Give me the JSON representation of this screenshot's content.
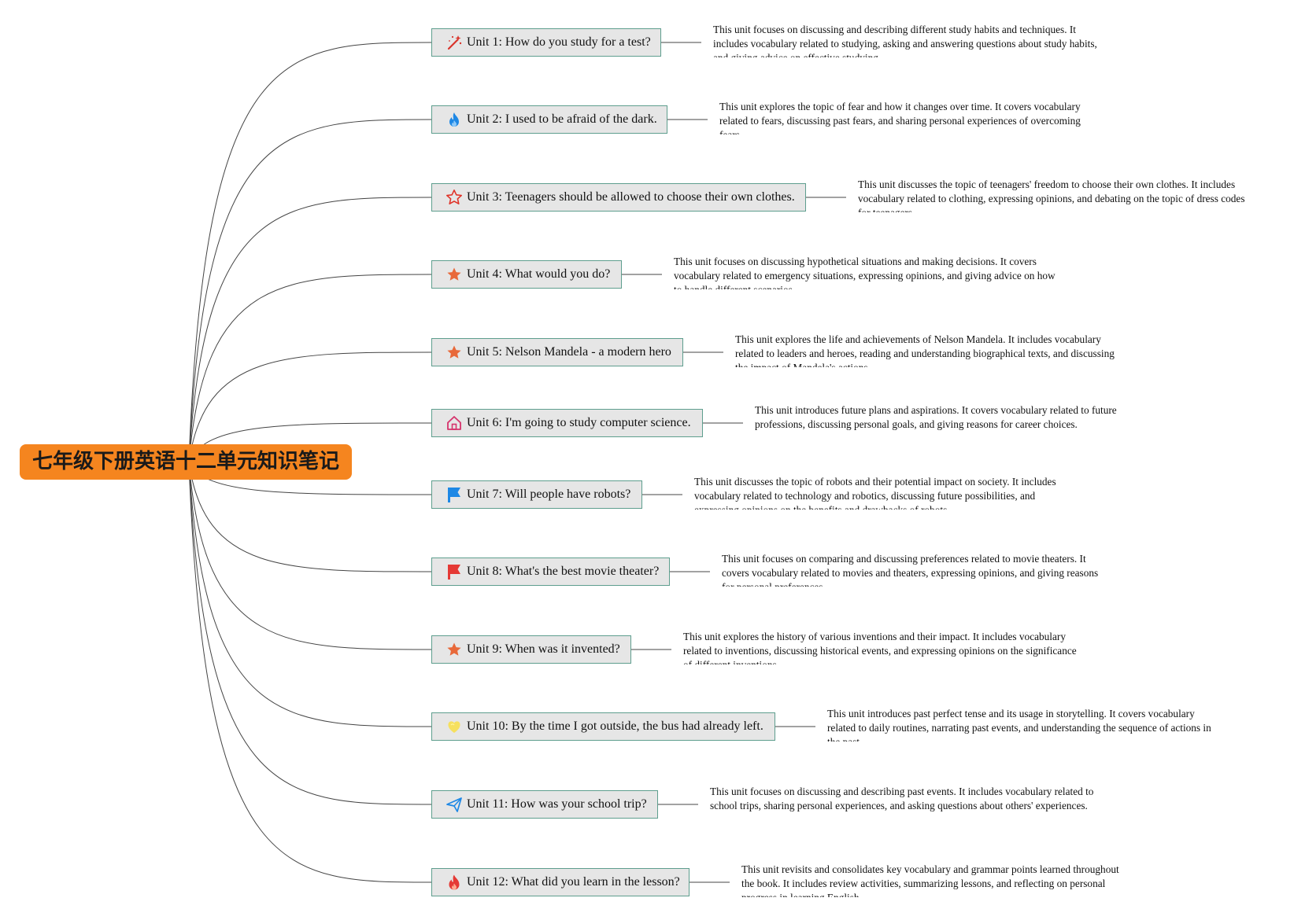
{
  "root": {
    "title": "七年级下册英语十二单元知识笔记"
  },
  "colors": {
    "root": "#f5851f",
    "node_fill": "#e6e6e6",
    "node_border": "#5e9e8e",
    "link": "#444444"
  },
  "units": [
    {
      "title": "Unit 1: How do you study for a test?",
      "icon": "magic-wand-icon",
      "description": "This unit focuses on discussing and describing different study habits and techniques. It includes vocabulary related to studying, asking and answering questions about study habits, and giving advice on effective studying."
    },
    {
      "title": "Unit 2: I used to be afraid of the dark.",
      "icon": "flame-icon",
      "description": "This unit explores the topic of fear and how it changes over time. It covers vocabulary related to fears, discussing past fears, and sharing personal experiences of overcoming fears."
    },
    {
      "title": "Unit 3: Teenagers should be allowed to choose their own clothes.",
      "icon": "star-outline-icon",
      "description": "This unit discusses the topic of teenagers' freedom to choose their own clothes. It includes vocabulary related to clothing, expressing opinions, and debating on the topic of dress codes for teenagers."
    },
    {
      "title": "Unit 4: What would you do?",
      "icon": "star-icon",
      "description": "This unit focuses on discussing hypothetical situations and making decisions. It covers vocabulary related to emergency situations, expressing opinions, and giving advice on how to handle different scenarios."
    },
    {
      "title": "Unit 5: Nelson Mandela - a modern hero",
      "icon": "star-icon",
      "description": "This unit explores the life and achievements of Nelson Mandela. It includes vocabulary related to leaders and heroes, reading and understanding biographical texts, and discussing the impact of Mandela's actions."
    },
    {
      "title": "Unit 6: I'm going to study computer science.",
      "icon": "house-icon",
      "description": "This unit introduces future plans and aspirations. It covers vocabulary related to future professions, discussing personal goals, and giving reasons for career choices."
    },
    {
      "title": "Unit 7: Will people have robots?",
      "icon": "blue-flag-icon",
      "description": "This unit discusses the topic of robots and their potential impact on society. It includes vocabulary related to technology and robotics, discussing future possibilities, and expressing opinions on the benefits and drawbacks of robots."
    },
    {
      "title": "Unit 8: What's the best movie theater?",
      "icon": "red-flag-icon",
      "description": "This unit focuses on comparing and discussing preferences related to movie theaters. It covers vocabulary related to movies and theaters, expressing opinions, and giving reasons for personal preferences."
    },
    {
      "title": "Unit 9: When was it invented?",
      "icon": "star-icon",
      "description": "This unit explores the history of various inventions and their impact. It includes vocabulary related to inventions, discussing historical events, and expressing opinions on the significance of different inventions."
    },
    {
      "title": "Unit 10: By the time I got outside, the bus had already left.",
      "icon": "heart-icon",
      "description": "This unit introduces past perfect tense and its usage in storytelling. It covers vocabulary related to daily routines, narrating past events, and understanding the sequence of actions in the past."
    },
    {
      "title": "Unit 11: How was your school trip?",
      "icon": "paper-plane-icon",
      "description": "This unit focuses on discussing and describing past events. It includes vocabulary related to school trips, sharing personal experiences, and asking questions about others' experiences."
    },
    {
      "title": "Unit 12: What did you learn in the lesson?",
      "icon": "fire-icon",
      "description": "This unit revisits and consolidates key vocabulary and grammar points learned throughout the book. It includes review activities, summarizing lessons, and reflecting on personal progress in learning English."
    }
  ]
}
